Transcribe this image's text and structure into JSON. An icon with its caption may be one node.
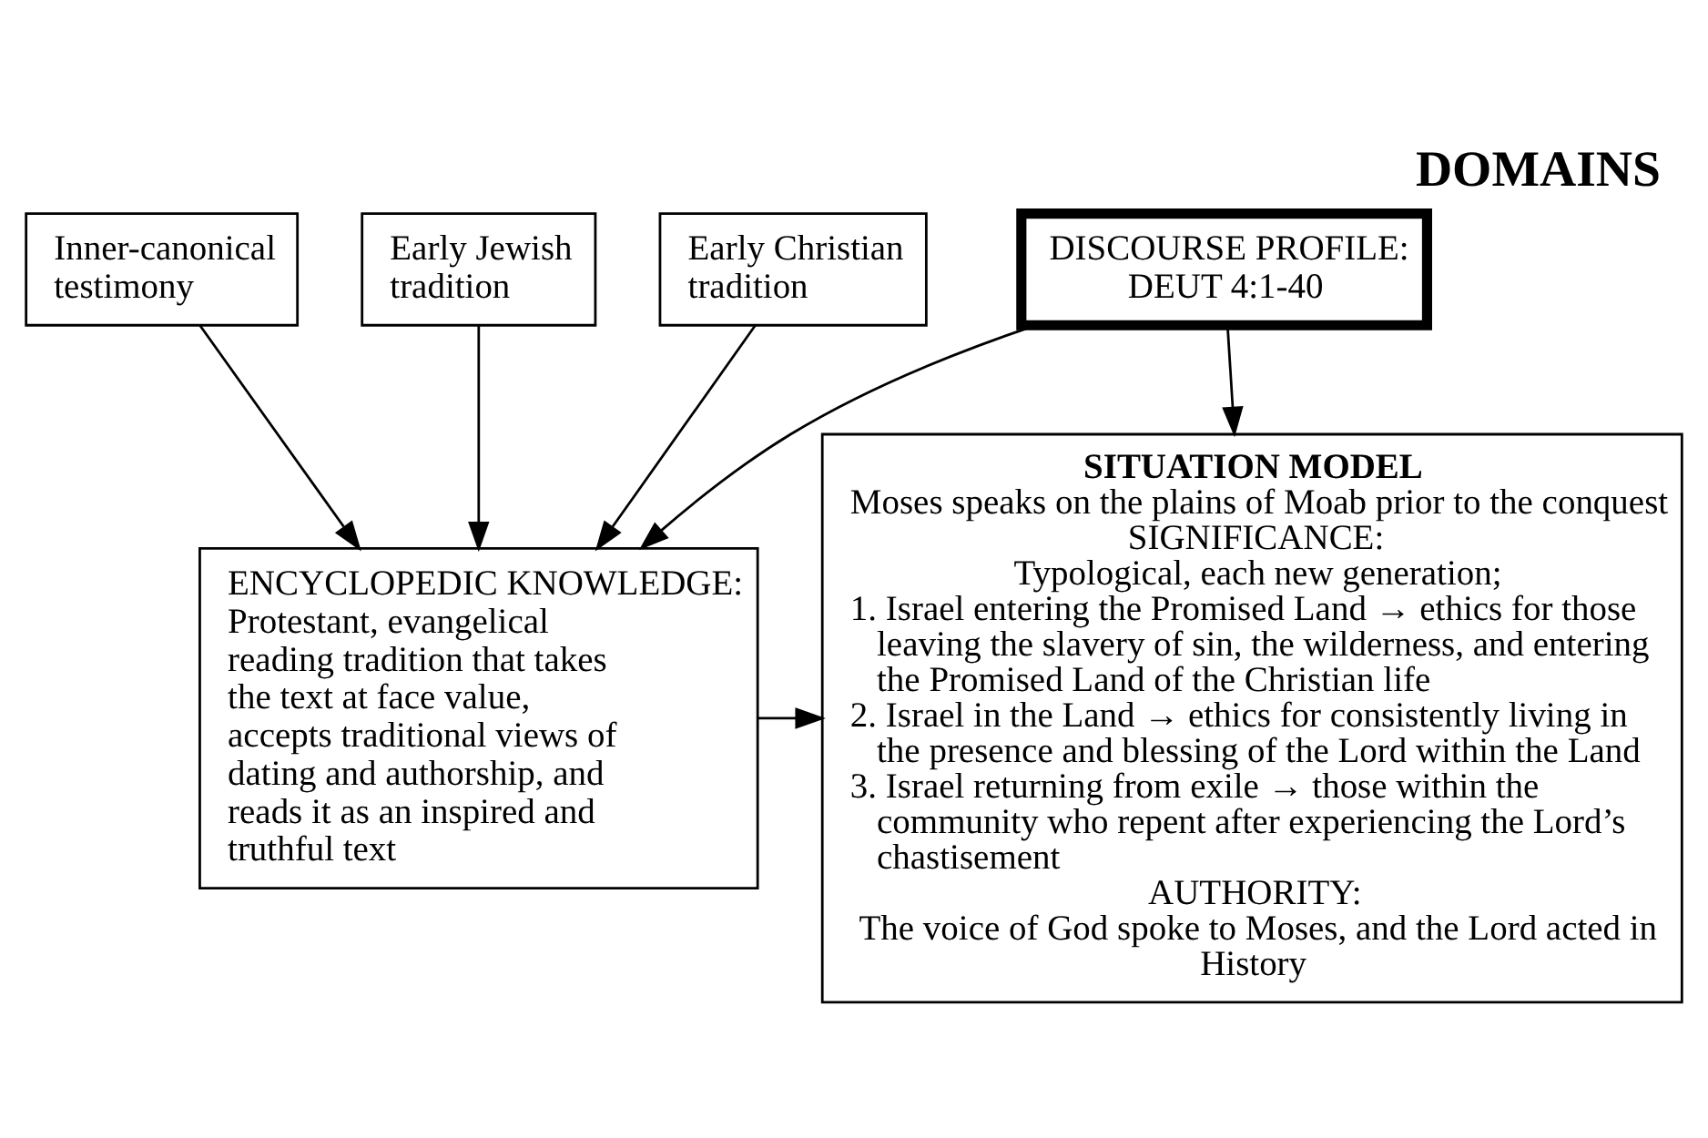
{
  "diagram": {
    "title": "DOMAINS",
    "nodes": [
      {
        "text": [
          "DISCOURSE PROFILE: DEUT 4:1-40"
        ]
      },
      {
        "text": [
          "SITUATION MODEL",
          "Moses speaks on the plains of Moab prior to the conquest",
          "SIGNIFICANCE:",
          "Typological, each new generation;",
          "1. Israel entering the Promised Land → ethics for those leaving the slavery of sin, the wilderness, and entering the Promised Land of the Christian life",
          "2. Israel in the Land → ethics for consistently living in the presence and blessing of the Lord within the Land",
          "3. Israel returning from exile → those within the community who repent after experiencing the Lord’s chastisement",
          "AUTHORITY:",
          "The voice of God spoke to Moses, and the Lord acted in History"
        ]
      },
      {
        "text": [
          "Inner-canonical testimony"
        ]
      },
      {
        "text": [
          "Early Jewish tradition"
        ]
      },
      {
        "text": [
          "Early Christian tradition"
        ]
      },
      {
        "text": [
          "ENCYCLOPEDIC KNOWLEDGE: Protestant, evangelical reading tradition that takes the text at face value, accepts traditional views of dating and authorship, and reads it as an inspired and truthful text"
        ]
      }
    ],
    "edges": [
      {
        "from": 0,
        "to": 1,
        "arrow": "to"
      },
      {
        "from": 0,
        "to": 5,
        "arrow": "to"
      },
      {
        "from": 2,
        "to": 5,
        "arrow": "to"
      },
      {
        "from": 3,
        "to": 5,
        "arrow": "to"
      },
      {
        "from": 4,
        "to": 5,
        "arrow": "to"
      },
      {
        "from": 5,
        "to": 1,
        "arrow": "to"
      }
    ]
  }
}
